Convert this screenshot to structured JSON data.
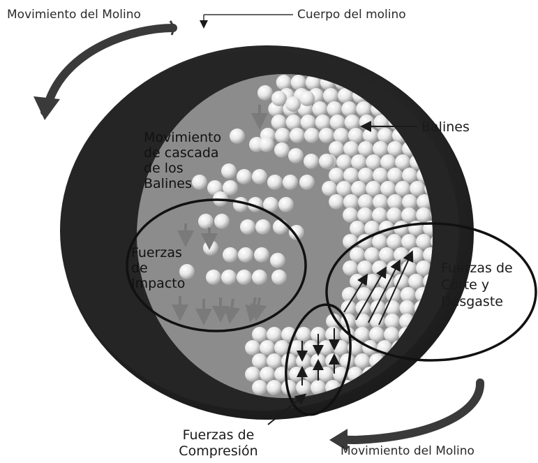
{
  "labels": {
    "movement_top": "Movimiento del Molino",
    "mill_body": "Cuerpo del molino",
    "balls": "Balines",
    "cascade": [
      "Movimiento",
      "de cascada",
      "de los",
      "Balines"
    ],
    "impact": [
      "Fuerzas",
      "de",
      "Impacto"
    ],
    "shear": [
      "Fuerzas de",
      "Corte y",
      "Desgaste"
    ],
    "compression": [
      "Fuerzas de",
      "Compresión"
    ],
    "movement_bottom": "Movimiento del Molino"
  },
  "colors": {
    "shell": "#2b2b2b",
    "interior": "#8c8c8c",
    "ball_light": "#ffffff",
    "ball_dark": "#a8a8a8",
    "ink": "#1a1a1a"
  }
}
